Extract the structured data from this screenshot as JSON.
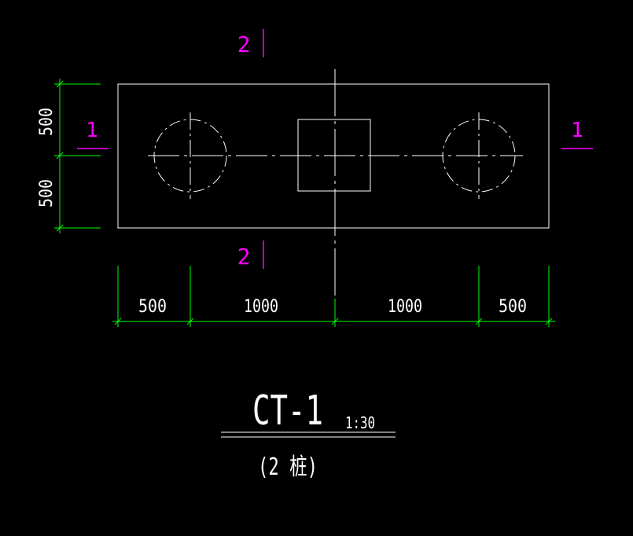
{
  "colors": {
    "background": "#000000",
    "outline": "#ffffff",
    "dimension": "#00ff00",
    "section_mark": "#ff00ff"
  },
  "section_marks": {
    "left": "1",
    "right": "1",
    "top": "2",
    "bottom": "2"
  },
  "dimensions": {
    "vertical": [
      "500",
      "500"
    ],
    "horizontal": [
      "500",
      "1000",
      "1000",
      "500"
    ]
  },
  "title": {
    "name": "CT-1",
    "scale": "1:30",
    "subtitle": "(2 桩)"
  }
}
